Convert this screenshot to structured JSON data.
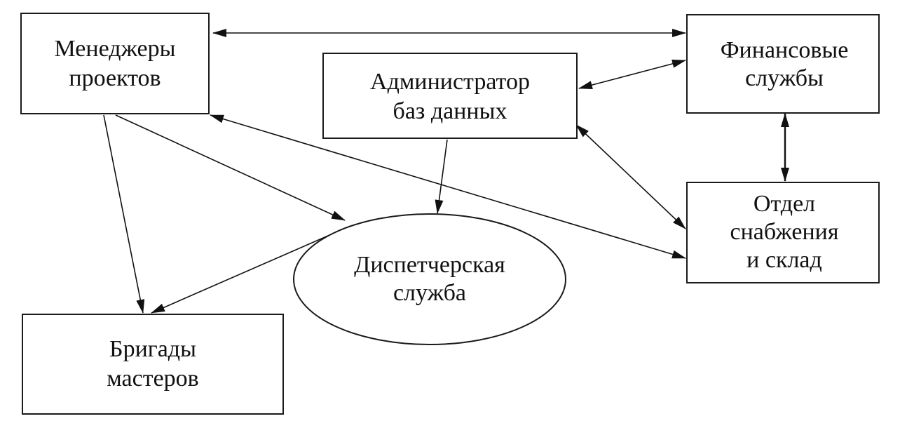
{
  "diagram": {
    "nodes": {
      "managers": {
        "line1": "Менеджеры",
        "line2": "проектов"
      },
      "dbadmin": {
        "line1": "Администратор",
        "line2": "баз данных"
      },
      "finance": {
        "line1": "Финансовые",
        "line2": "службы"
      },
      "supply": {
        "line1": "Отдел",
        "line2": "снабжения",
        "line3": "и склад"
      },
      "dispatch": {
        "line1": "Диспетчерская",
        "line2": "служба"
      },
      "brigades": {
        "line1": "Бригады",
        "line2": "мастеров"
      }
    },
    "edges": [
      {
        "from": "managers",
        "to": "finance",
        "direction": "both"
      },
      {
        "from": "dbadmin",
        "to": "finance",
        "direction": "both"
      },
      {
        "from": "finance",
        "to": "supply",
        "direction": "both"
      },
      {
        "from": "dbadmin",
        "to": "supply",
        "direction": "both"
      },
      {
        "from": "managers",
        "to": "supply",
        "direction": "both"
      },
      {
        "from": "managers",
        "to": "dispatch",
        "direction": "forward"
      },
      {
        "from": "managers",
        "to": "brigades",
        "direction": "forward"
      },
      {
        "from": "dbadmin",
        "to": "dispatch",
        "direction": "forward"
      },
      {
        "from": "dispatch",
        "to": "brigades",
        "direction": "forward"
      }
    ]
  }
}
